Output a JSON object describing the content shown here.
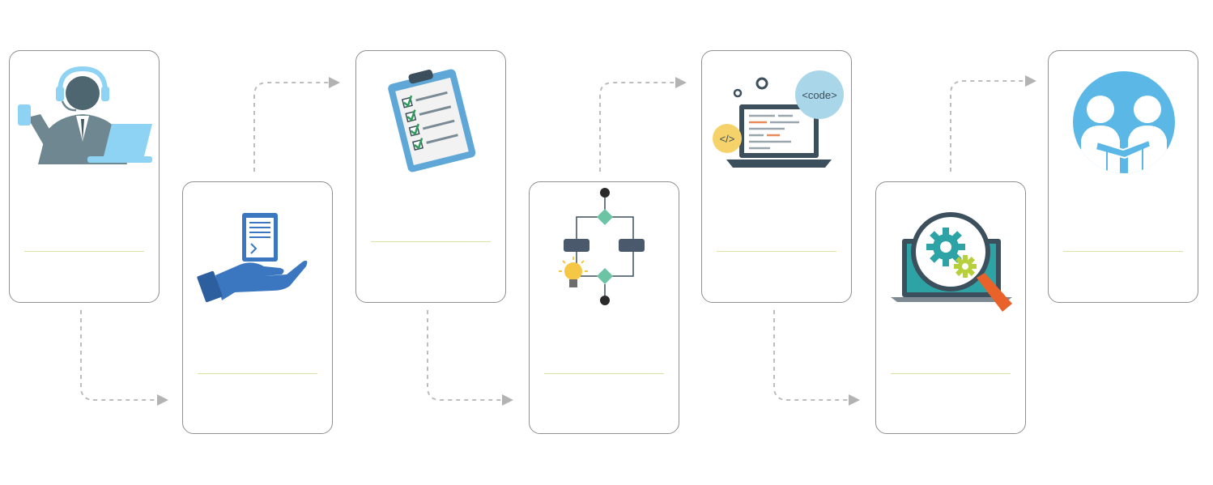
{
  "diagram": {
    "steps": [
      {
        "id": "support",
        "icon": "customer-support-icon",
        "title": "",
        "description": ""
      },
      {
        "id": "requirements",
        "icon": "document-in-hand-icon",
        "title": "",
        "description": ""
      },
      {
        "id": "planning",
        "icon": "clipboard-checklist-icon",
        "title": "",
        "description": ""
      },
      {
        "id": "design",
        "icon": "flowchart-idea-icon",
        "title": "",
        "description": ""
      },
      {
        "id": "development",
        "icon": "laptop-code-icon",
        "title": "",
        "description": ""
      },
      {
        "id": "testing",
        "icon": "magnifier-gears-icon",
        "title": "",
        "description": ""
      },
      {
        "id": "delivery",
        "icon": "handshake-icon",
        "title": "",
        "description": ""
      }
    ],
    "code_bubble_label": "<code>",
    "code_tag_label": "</>",
    "colors": {
      "card_border": "#8f8f8f",
      "divider": "#d6e4a6",
      "connector": "#bdbdbd",
      "arrowhead": "#b3b3b3",
      "blue": "#3a77c0",
      "light_blue": "#5bb8e6"
    }
  }
}
